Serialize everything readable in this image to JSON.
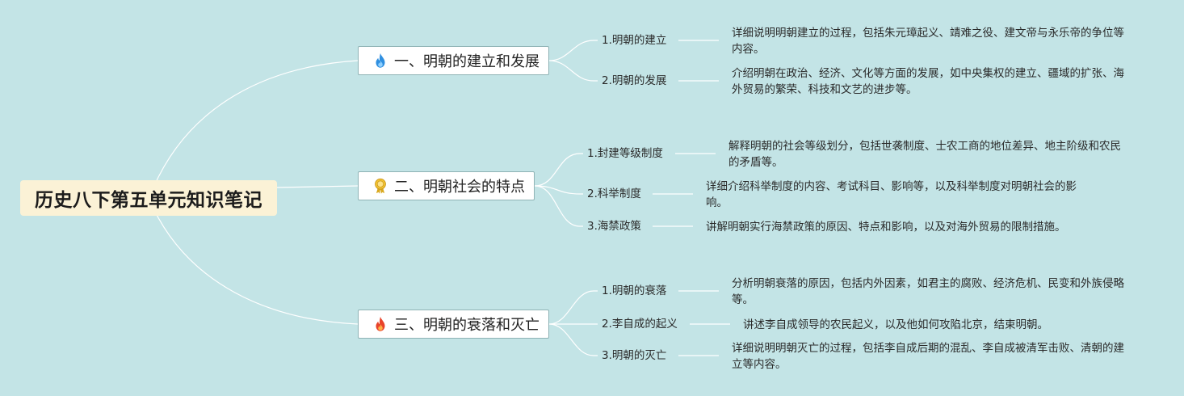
{
  "root": {
    "title": "历史八下第五单元知识笔记"
  },
  "topics": [
    {
      "label": "一、明朝的建立和发展",
      "icon": "blue-flame-icon",
      "subs": [
        {
          "label": "1.明朝的建立",
          "desc": "详细说明明朝建立的过程，包括朱元璋起义、靖难之役、建文帝与永乐帝的争位等内容。"
        },
        {
          "label": "2.明朝的发展",
          "desc": "介绍明朝在政治、经济、文化等方面的发展，如中央集权的建立、疆域的扩张、海外贸易的繁荣、科技和文艺的进步等。"
        }
      ]
    },
    {
      "label": "二、明朝社会的特点",
      "icon": "award-medal-icon",
      "subs": [
        {
          "label": "1.封建等级制度",
          "desc": "解释明朝的社会等级划分，包括世袭制度、士农工商的地位差异、地主阶级和农民的矛盾等。"
        },
        {
          "label": "2.科举制度",
          "desc": "详细介绍科举制度的内容、考试科目、影响等，以及科举制度对明朝社会的影响。"
        },
        {
          "label": "3.海禁政策",
          "desc": "讲解明朝实行海禁政策的原因、特点和影响，以及对海外贸易的限制措施。"
        }
      ]
    },
    {
      "label": "三、明朝的衰落和灭亡",
      "icon": "red-flame-icon",
      "subs": [
        {
          "label": "1.明朝的衰落",
          "desc": "分析明朝衰落的原因，包括内外因素，如君主的腐败、经济危机、民变和外族侵略等。"
        },
        {
          "label": "2.李自成的起义",
          "desc": "讲述李自成领导的农民起义，以及他如何攻陷北京，结束明朝。"
        },
        {
          "label": "3.明朝的灭亡",
          "desc": "详细说明明朝灭亡的过程，包括李自成后期的混乱、李自成被清军击败、清朝的建立等内容。"
        }
      ]
    }
  ],
  "colors": {
    "background": "#c3e4e6",
    "link": "#ffffff",
    "root_fill": "#fbf2d6",
    "topic_border": "#8fb3b5"
  }
}
